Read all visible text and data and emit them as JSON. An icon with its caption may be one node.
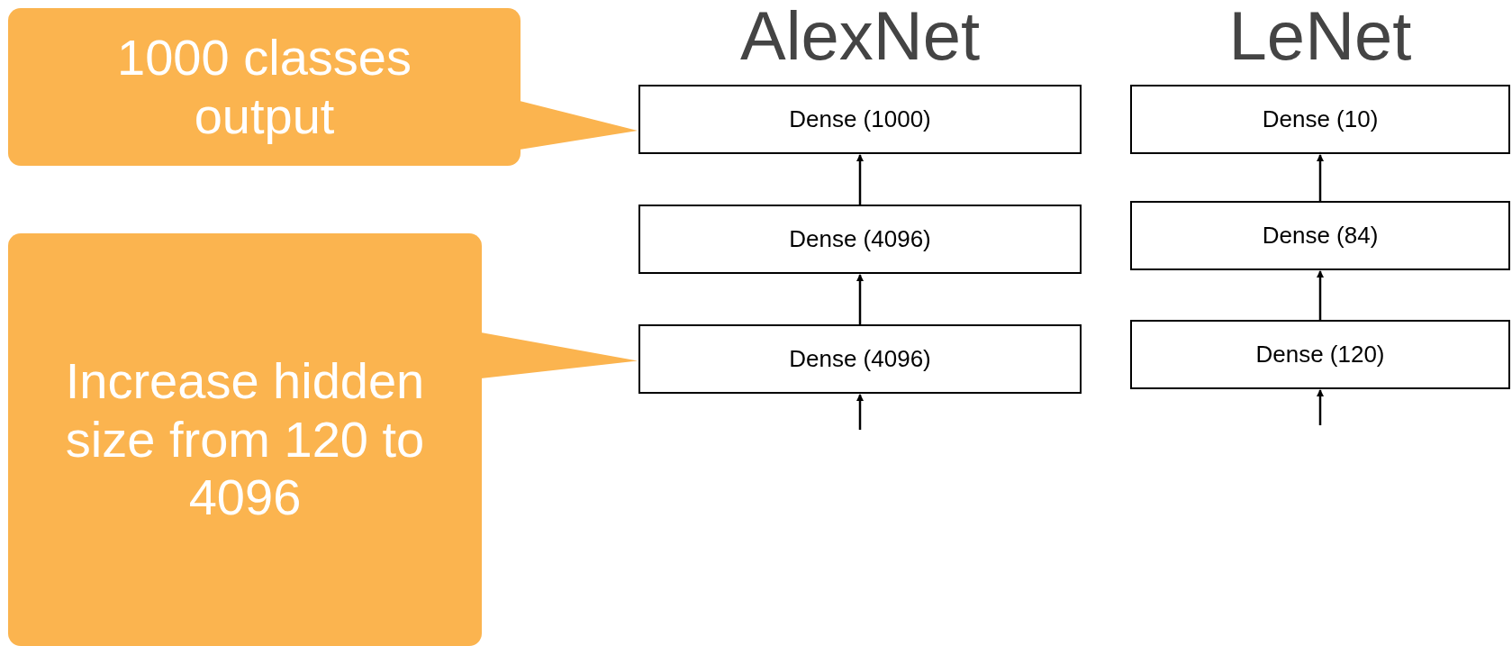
{
  "diagram": {
    "nodes": [
      {
        "text": [
          "1000 classes output"
        ]
      },
      {
        "text": [
          "Increase hidden size from 120 to 4096"
        ]
      },
      {
        "text": [
          "Dense (1000)"
        ]
      },
      {
        "text": [
          "Dense (4096)"
        ]
      },
      {
        "text": [
          "Dense (4096)"
        ]
      },
      {
        "text": [
          "Dense (10)"
        ]
      },
      {
        "text": [
          "Dense (84)"
        ]
      },
      {
        "text": [
          "Dense (120)"
        ]
      }
    ],
    "edges": [
      {
        "from": 0,
        "to": 2,
        "arrow": "none",
        "color": "#fbb44f"
      },
      {
        "from": 1,
        "to": 4,
        "arrow": "none",
        "color": "#fbb44f"
      },
      {
        "from": 3,
        "to": 2,
        "arrow": "to"
      },
      {
        "from": 4,
        "to": 3,
        "arrow": "to"
      },
      {
        "from": null,
        "to": 4,
        "arrow": "to"
      },
      {
        "from": 6,
        "to": 5,
        "arrow": "to"
      },
      {
        "from": 7,
        "to": 6,
        "arrow": "to"
      },
      {
        "from": null,
        "to": 7,
        "arrow": "to"
      }
    ],
    "labels": [
      "AlexNet",
      "LeNet"
    ]
  }
}
